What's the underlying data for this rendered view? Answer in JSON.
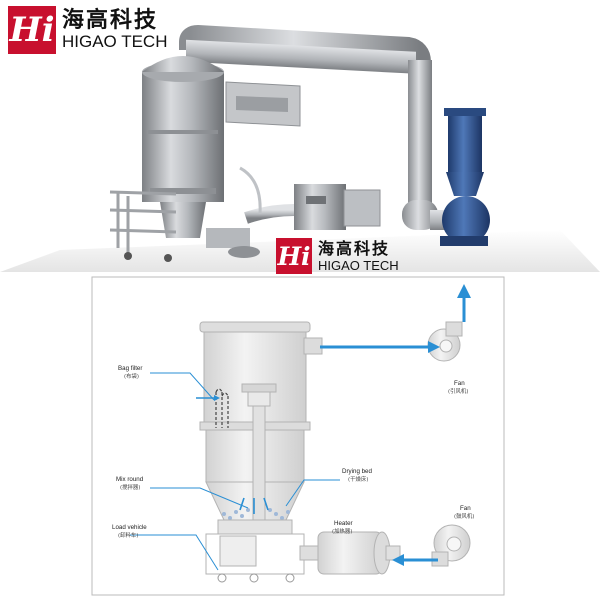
{
  "logo": {
    "mark": "Hi",
    "name_cn": "海高科技",
    "name_en": "HIGAO TECH"
  },
  "diagram": {
    "labels": {
      "bag_filter": "Bag filter",
      "bag_filter_cn": "(布袋)",
      "mix_round": "Mix round",
      "mix_round_cn": "(搅拌器)",
      "load_vehicle": "Load vehicle",
      "load_vehicle_cn": "(卸料车)",
      "drying_bed": "Drying bed",
      "drying_bed_cn": "(干燥床)",
      "heater": "Heater",
      "heater_cn": "(加热器)",
      "fan_top": "Fan",
      "fan_top_cn": "(引风机)",
      "fan_bottom": "Fan",
      "fan_bottom_cn": "(鼓风机)"
    },
    "colors": {
      "airflow": "#2a8fd4",
      "vessel": "#e6e6e6",
      "outline": "#9a9a9a",
      "brand_red": "#c8102e",
      "fan_blue": "#2b4f8a"
    }
  }
}
